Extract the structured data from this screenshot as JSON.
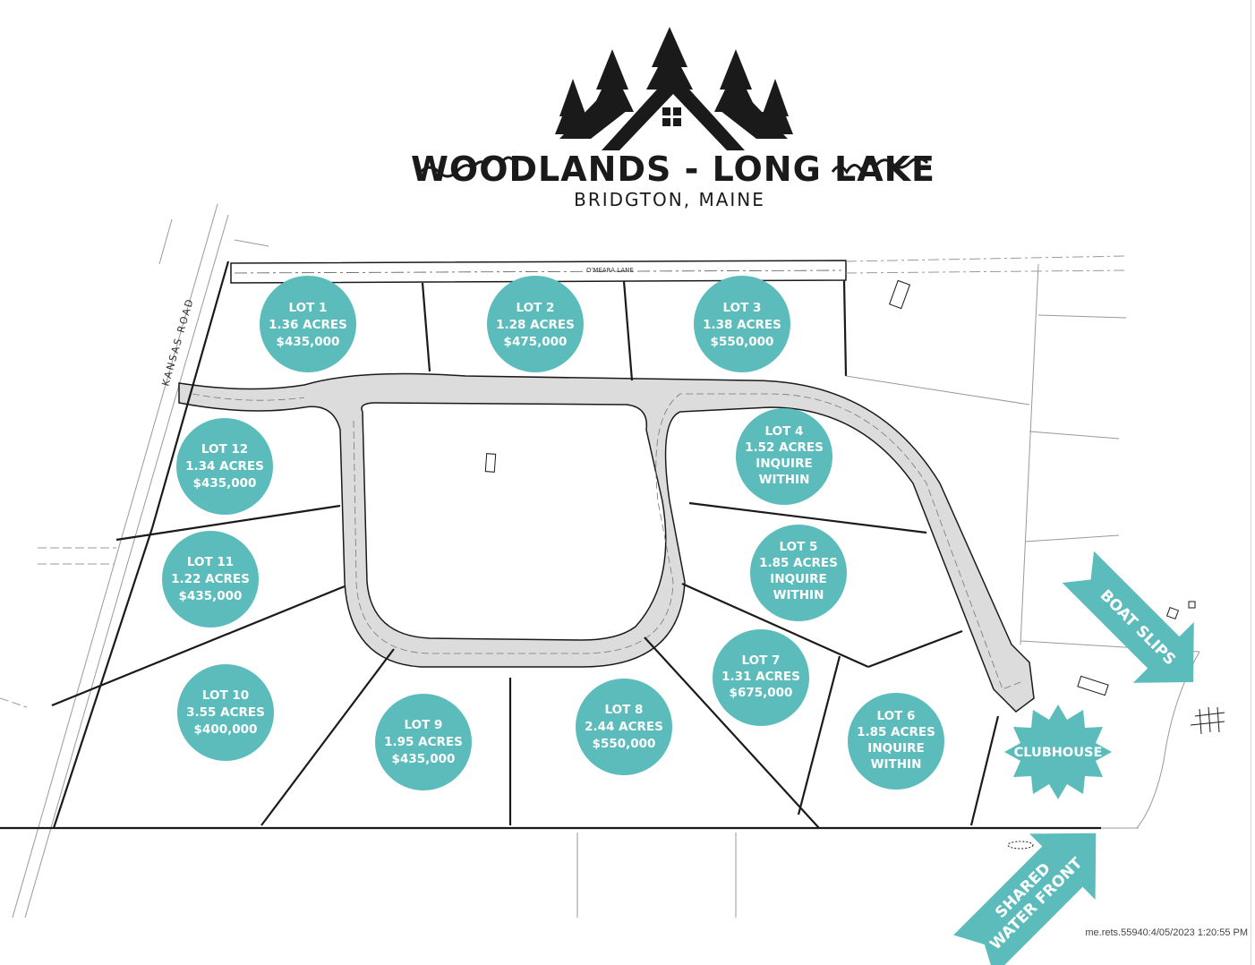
{
  "header": {
    "title": "WOODLANDS - LONG LAKE",
    "subtitle": "BRIDGTON, MAINE"
  },
  "roads": {
    "kansas_road": "KANSAS ROAD",
    "omeara_lane": "O'MEARA LANE"
  },
  "lots": [
    {
      "name": "LOT 1",
      "acres": "1.36 ACRES",
      "price": "$435,000"
    },
    {
      "name": "LOT 2",
      "acres": "1.28 ACRES",
      "price": "$475,000"
    },
    {
      "name": "LOT 3",
      "acres": "1.38 ACRES",
      "price": "$550,000"
    },
    {
      "name": "LOT 4",
      "acres": "1.52 ACRES",
      "price_line1": "INQUIRE",
      "price_line2": "WITHIN"
    },
    {
      "name": "LOT 5",
      "acres": "1.85 ACRES",
      "price_line1": "INQUIRE",
      "price_line2": "WITHIN"
    },
    {
      "name": "LOT 6",
      "acres": "1.85 ACRES",
      "price_line1": "INQUIRE",
      "price_line2": "WITHIN"
    },
    {
      "name": "LOT 7",
      "acres": "1.31 ACRES",
      "price": "$675,000"
    },
    {
      "name": "LOT 8",
      "acres": "2.44 ACRES",
      "price": "$550,000"
    },
    {
      "name": "LOT 9",
      "acres": "1.95 ACRES",
      "price": "$435,000"
    },
    {
      "name": "LOT 10",
      "acres": "3.55 ACRES",
      "price": "$400,000"
    },
    {
      "name": "LOT 11",
      "acres": "1.22 ACRES",
      "price": "$435,000"
    },
    {
      "name": "LOT 12",
      "acres": "1.34 ACRES",
      "price": "$435,000"
    }
  ],
  "labels": {
    "clubhouse": "CLUBHOUSE",
    "boat_slips": "BOAT SLIPS",
    "shared_line1": "SHARED",
    "shared_line2": "WATER FRONT"
  },
  "watermark": "me.rets.55940:4/05/2023 1:20:55 PM",
  "colors": {
    "teal": "#5cbcbc",
    "road_fill": "#dcdcdc",
    "ink": "#1a1a1a"
  }
}
